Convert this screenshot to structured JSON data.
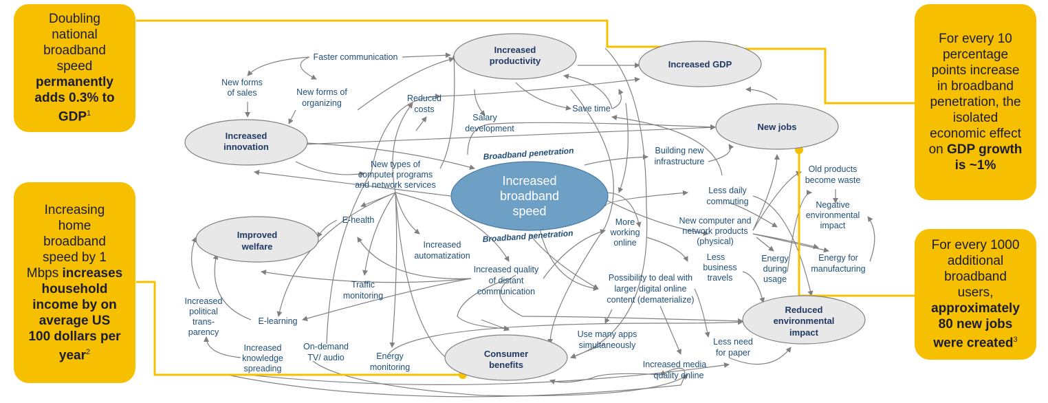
{
  "callouts": {
    "top_left": {
      "line1": "Doubling",
      "line2": "national",
      "line3": "broadband",
      "line4": "speed",
      "line5": "permanently",
      "line6": "adds 0.3% to",
      "line7": "GDP",
      "sup": "1"
    },
    "bottom_left": {
      "line1": "Increasing",
      "line2": "home",
      "line3": "broadband",
      "line4": "speed by 1",
      "line5a": "Mbps ",
      "line5b": "increases",
      "line6": "household",
      "line7": "income by on",
      "line8": "average US",
      "line9": "100 dollars per",
      "line10": "year",
      "sup": "2"
    },
    "top_right": {
      "line1": "For every 10",
      "line2": "percentage",
      "line3": "points increase",
      "line4": "in broadband",
      "line5": "penetration, the",
      "line6": "isolated",
      "line7": "economic effect",
      "line8a": "on ",
      "line8b": "GDP growth",
      "line9": "is ~1%"
    },
    "bottom_right": {
      "line1": "For every 1000",
      "line2": "additional",
      "line3": "broadband",
      "line4": "users,",
      "line5": "approximately",
      "line6": "80 new jobs",
      "line7": "were created",
      "sup": "3"
    }
  },
  "nodes": {
    "productivity": [
      "Increased",
      "productivity"
    ],
    "gdp": [
      "Increased GDP"
    ],
    "jobs": [
      "New jobs"
    ],
    "innovation": [
      "Increased",
      "innovation"
    ],
    "welfare": [
      "Improved",
      "welfare"
    ],
    "center": [
      "Increased",
      "broadband",
      "speed"
    ],
    "environment": [
      "Reduced",
      "environmental",
      "impact"
    ],
    "consumer": [
      "Consumer",
      "benefits"
    ]
  },
  "penetration_label": "Broadband penetration",
  "labels": {
    "faster_comm": [
      "Faster communication"
    ],
    "new_sales": [
      "New forms",
      "of sales"
    ],
    "new_org": [
      "New forms of",
      "organizing"
    ],
    "reduced_costs": [
      "Reduced",
      "costs"
    ],
    "salary": [
      "Salary",
      "development"
    ],
    "save_time": [
      "Save time"
    ],
    "new_programs": [
      "New types of",
      "computer programs",
      "and network services"
    ],
    "building_infra": [
      "Building new",
      "infrastructure"
    ],
    "less_commuting": [
      "Less daily",
      "commuting"
    ],
    "old_products": [
      "Old products",
      "become waste"
    ],
    "neg_env": [
      "Negative",
      "environmental",
      "impact"
    ],
    "ehealth": [
      "E-health"
    ],
    "more_working": [
      "More",
      "working",
      "online"
    ],
    "new_computer": [
      "New computer and",
      "network products",
      "(physical)"
    ],
    "automation": [
      "Increased",
      "automatization"
    ],
    "energy_usage": [
      "Energy",
      "during",
      "usage"
    ],
    "energy_manuf": [
      "Energy for",
      "manufacturing"
    ],
    "less_travels": [
      "Less",
      "business",
      "travels"
    ],
    "quality_comm": [
      "Increased quality",
      "of distant",
      "communication"
    ],
    "traffic": [
      "Traffic",
      "monitoring"
    ],
    "dematerialize": [
      "Possibility to deal with",
      "larger digital online",
      "content (dematerialize)"
    ],
    "political": [
      "Increased",
      "political",
      "trans-",
      "parency"
    ],
    "elearning": [
      "E-learning"
    ],
    "less_paper": [
      "Less need",
      "for paper"
    ],
    "many_apps": [
      "Use many apps",
      "simultaneously"
    ],
    "knowledge": [
      "Increased",
      "knowledge",
      "spreading"
    ],
    "ondemand": [
      "On-demand",
      "TV/ audio"
    ],
    "energy_mon": [
      "Energy",
      "monitoring"
    ],
    "media_quality": [
      "Increased media",
      "quality online"
    ]
  },
  "colors": {
    "callout": "#f6c000",
    "node_fill": "#e8e8e8",
    "center_fill": "#6e9fc4",
    "label_text": "#1f4e79",
    "arrow": "#808080"
  }
}
